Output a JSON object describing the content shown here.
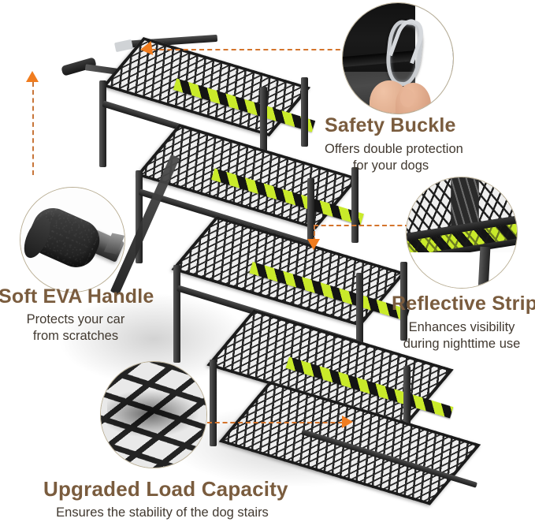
{
  "image": {
    "kind": "product-infographic",
    "subject": "folding metal dog stairs / pet ramp for cars",
    "background_color": "#ffffff",
    "title_color": "#7a5c3e",
    "subtitle_color": "#413930",
    "accent_color": "#f07c1e",
    "dash_color": "#d4742c",
    "reflective_color": "#c9ea2a",
    "frame_color": "#1b1b1b"
  },
  "callouts": [
    {
      "id": "safety-buckle",
      "title": "Safety Buckle",
      "subtitle_lines": [
        "Offers double protection",
        "for your dogs"
      ],
      "photo": "carabiner-clip-held-in-fingers",
      "connector": "dashed-line-left-with-arrow"
    },
    {
      "id": "soft-eva-handle",
      "title": "Soft EVA Handle",
      "subtitle_lines": [
        "Protects your car",
        "from scratches"
      ],
      "photo": "black-foam-grip-on-metal-tube",
      "connector": "dashed-line-up-with-arrow"
    },
    {
      "id": "reflective-strips",
      "title": "Reflective Strips",
      "subtitle_lines": [
        "Enhances visibility",
        "during nighttime use"
      ],
      "photo": "yellow-green-and-black-hazard-stripe-on-mesh-step",
      "connector": "dashed-line-left-then-down-with-arrow"
    },
    {
      "id": "upgraded-load-capacity",
      "title": "Upgraded Load Capacity",
      "subtitle_lines": [
        "Ensures the stability of the dog stairs"
      ],
      "photo": "expanded-metal-mesh-closeup",
      "connector": "dashed-line-right-with-arrow"
    }
  ],
  "product": {
    "name": "four-step-metal-dog-stairs",
    "step_count": 4,
    "finish": "black powder coated steel with expanded metal mesh",
    "features": [
      "EVA handle",
      "safety buckle strap",
      "reflective hazard strips",
      "wide mesh platform"
    ]
  }
}
